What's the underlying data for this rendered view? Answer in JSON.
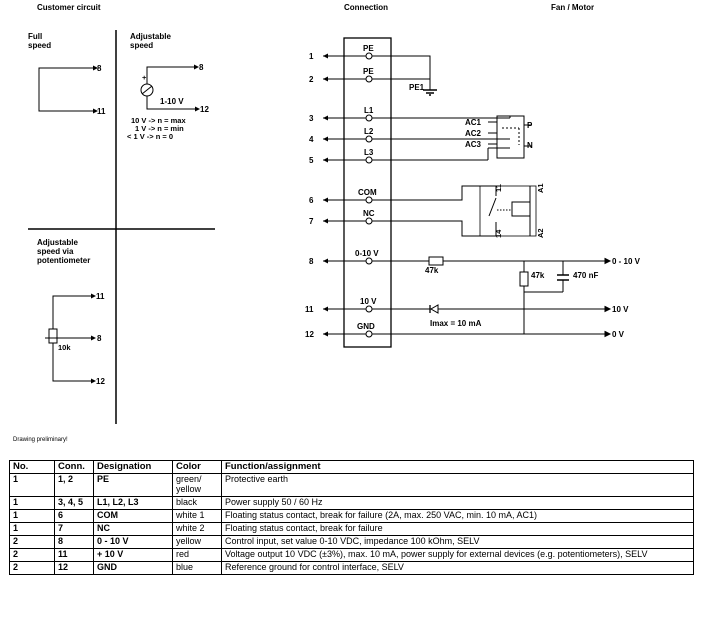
{
  "headers": {
    "customer_circuit": "Customer circuit",
    "connection": "Connection",
    "fan_motor": "Fan / Motor"
  },
  "customer": {
    "full_speed": [
      "Full",
      "speed"
    ],
    "adjustable_speed": [
      "Adjustable",
      "speed"
    ],
    "adjustable_pot": [
      "Adjustable",
      "speed via",
      "potentiometer"
    ],
    "range_label": "1-10 V",
    "notes": [
      "10 V -> n = max",
      "1 V -> n = min",
      "< 1 V -> n = 0"
    ],
    "pot_value": "10k",
    "terminals": {
      "t8": "8",
      "t11": "11",
      "t12": "12"
    }
  },
  "connection": {
    "pins": [
      "1",
      "2",
      "3",
      "4",
      "5",
      "6",
      "7",
      "8",
      "11",
      "12"
    ],
    "terminal_labels": [
      "PE",
      "PE",
      "L1",
      "L2",
      "L3",
      "COM",
      "NC",
      "0-10 V",
      "10 V",
      "GND"
    ],
    "pe1": "PE1",
    "ac": [
      "AC1",
      "AC2",
      "AC3"
    ],
    "motor_p": "P",
    "motor_n": "N",
    "relay_pins": [
      "11",
      "14",
      "A1",
      "A2"
    ],
    "r_series": "47k",
    "r_shunt": "47k",
    "cap": "470 nF",
    "imax": "Imax = 10 mA",
    "outputs": [
      "0 - 10 V",
      "10 V",
      "0 V"
    ]
  },
  "note": "Drawing preliminary!",
  "table": {
    "headers": [
      "No.",
      "Conn.",
      "Designation",
      "Color",
      "Function/assignment"
    ],
    "rows": [
      [
        "1",
        "1, 2",
        "PE",
        "green/\nyellow",
        "Protective earth"
      ],
      [
        "1",
        "3, 4, 5",
        "L1, L2, L3",
        "black",
        "Power supply 50 / 60 Hz"
      ],
      [
        "1",
        "6",
        "COM",
        "white 1",
        "Floating status contact, break for failure (2A, max. 250 VAC, min. 10 mA, AC1)"
      ],
      [
        "1",
        "7",
        "NC",
        "white 2",
        "Floating status contact, break for failure"
      ],
      [
        "2",
        "8",
        "0 - 10 V",
        "yellow",
        "Control input, set value 0-10 VDC, impedance 100 kOhm, SELV"
      ],
      [
        "2",
        "11",
        "+ 10 V",
        "red",
        "Voltage output 10 VDC (±3%), max. 10 mA, power supply for external devices (e.g. potentiometers), SELV"
      ],
      [
        "2",
        "12",
        "GND",
        "blue",
        "Reference ground for control interface, SELV"
      ]
    ]
  }
}
